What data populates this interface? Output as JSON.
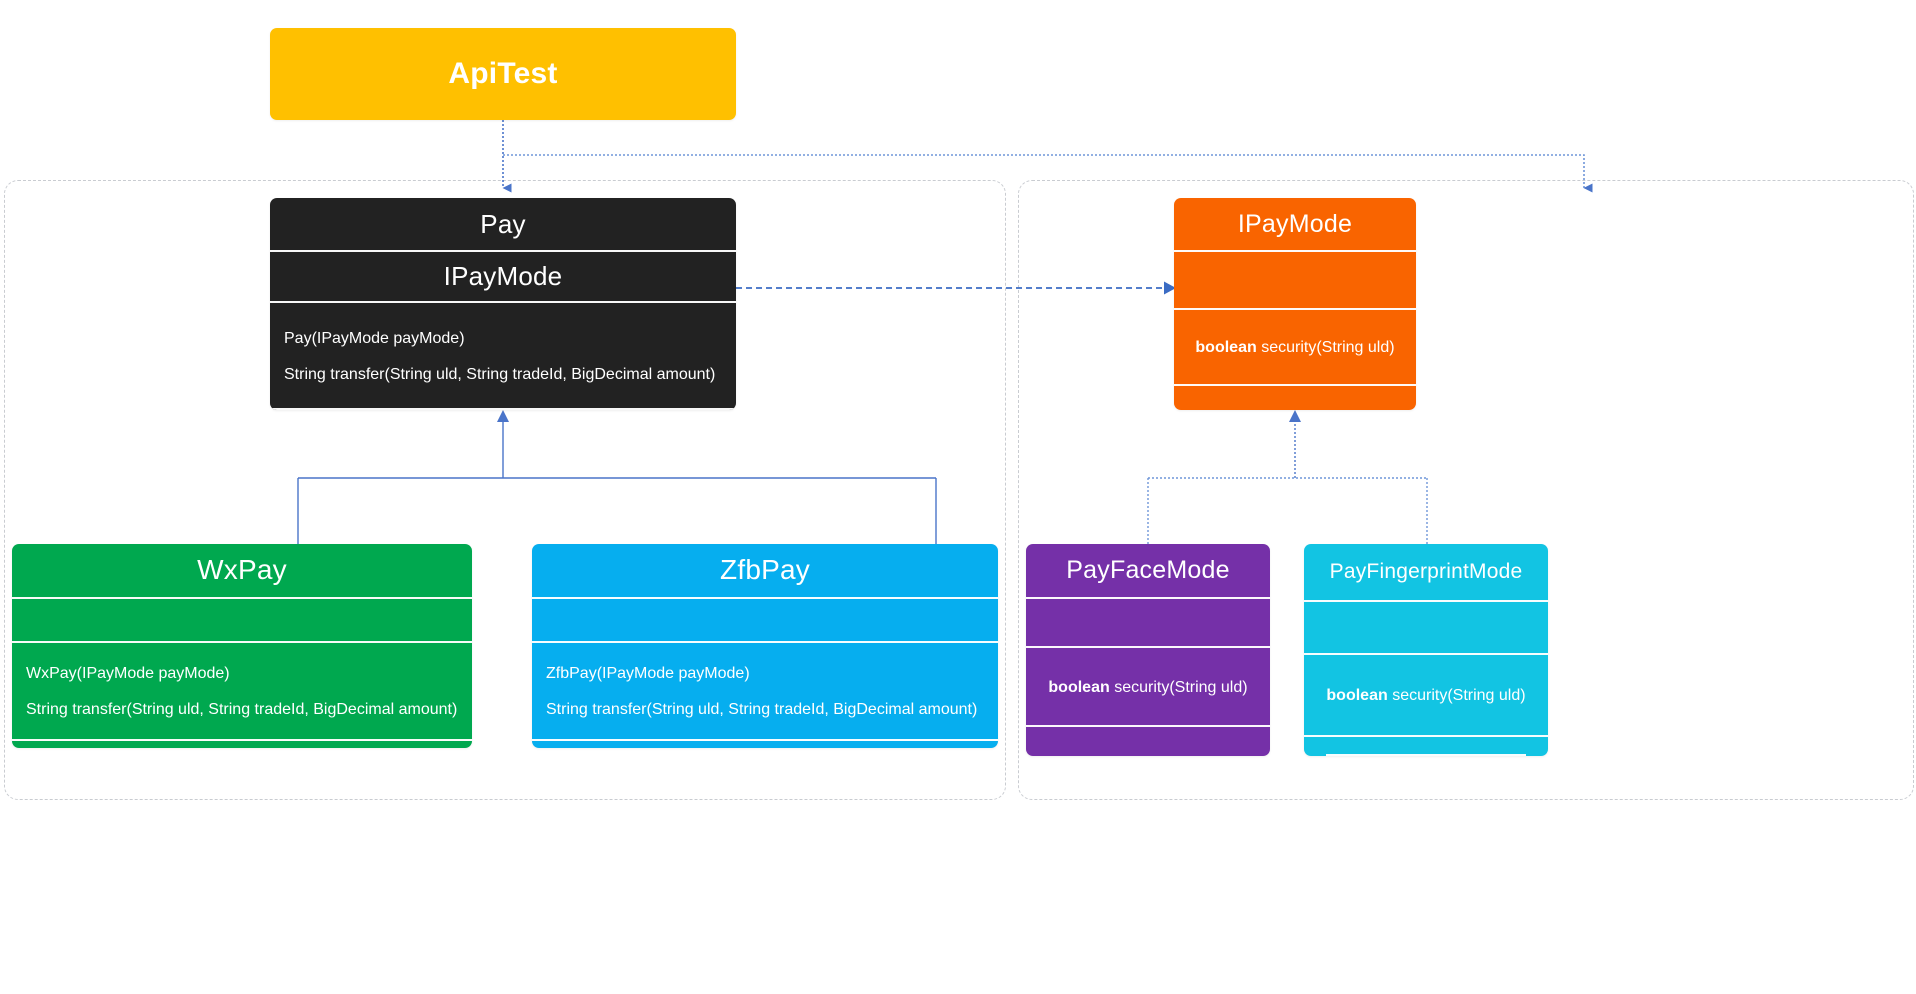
{
  "diagram": {
    "title": "Pay strategy UML class diagram",
    "colors": {
      "apitest": "#FFC000",
      "pay": "#222222",
      "ipaymode": "#F96400",
      "wxpay": "#00A84F",
      "zfbpay": "#06AEEF",
      "payfacemode": "#7530A8",
      "payfingerprintmode": "#12C4E3",
      "connector": "#4a74c9",
      "package_border": "#c9ccd1"
    }
  },
  "nodes": {
    "apitest": {
      "name": "ApiTest"
    },
    "pay": {
      "name": "Pay",
      "field": "IPayMode",
      "methods": [
        "Pay(IPayMode payMode)",
        "String transfer(String uld, String tradeId, BigDecimal amount)"
      ]
    },
    "ipaymode": {
      "name": "IPayMode",
      "methods_html": "<b>boolean</b> security(String uld)"
    },
    "wxpay": {
      "name": "WxPay",
      "methods": [
        "WxPay(IPayMode payMode)",
        "String transfer(String uld, String tradeId, BigDecimal amount)"
      ]
    },
    "zfbpay": {
      "name": "ZfbPay",
      "methods": [
        "ZfbPay(IPayMode payMode)",
        "String transfer(String uld, String tradeId, BigDecimal amount)"
      ]
    },
    "payfacemode": {
      "name": "PayFaceMode",
      "methods_html": "<b>boolean</b> security(String uld)"
    },
    "payfingerprintmode": {
      "name": "PayFingerprintMode",
      "methods_html": "<b>boolean</b> security(String uld)"
    }
  },
  "packages": {
    "left": {
      "label": ""
    },
    "right": {
      "label": ""
    }
  },
  "edges": [
    {
      "from": "ApiTest",
      "to": "Pay",
      "type": "dependency-dotted"
    },
    {
      "from": "ApiTest",
      "to": "IPayMode",
      "type": "dependency-dotted"
    },
    {
      "from": "Pay",
      "to": "IPayMode",
      "type": "dependency-dashed"
    },
    {
      "from": "WxPay",
      "to": "Pay",
      "type": "generalization-solid"
    },
    {
      "from": "ZfbPay",
      "to": "Pay",
      "type": "generalization-solid"
    },
    {
      "from": "PayFaceMode",
      "to": "IPayMode",
      "type": "realization-dotted"
    },
    {
      "from": "PayFingerprintMode",
      "to": "IPayMode",
      "type": "realization-dotted"
    }
  ]
}
